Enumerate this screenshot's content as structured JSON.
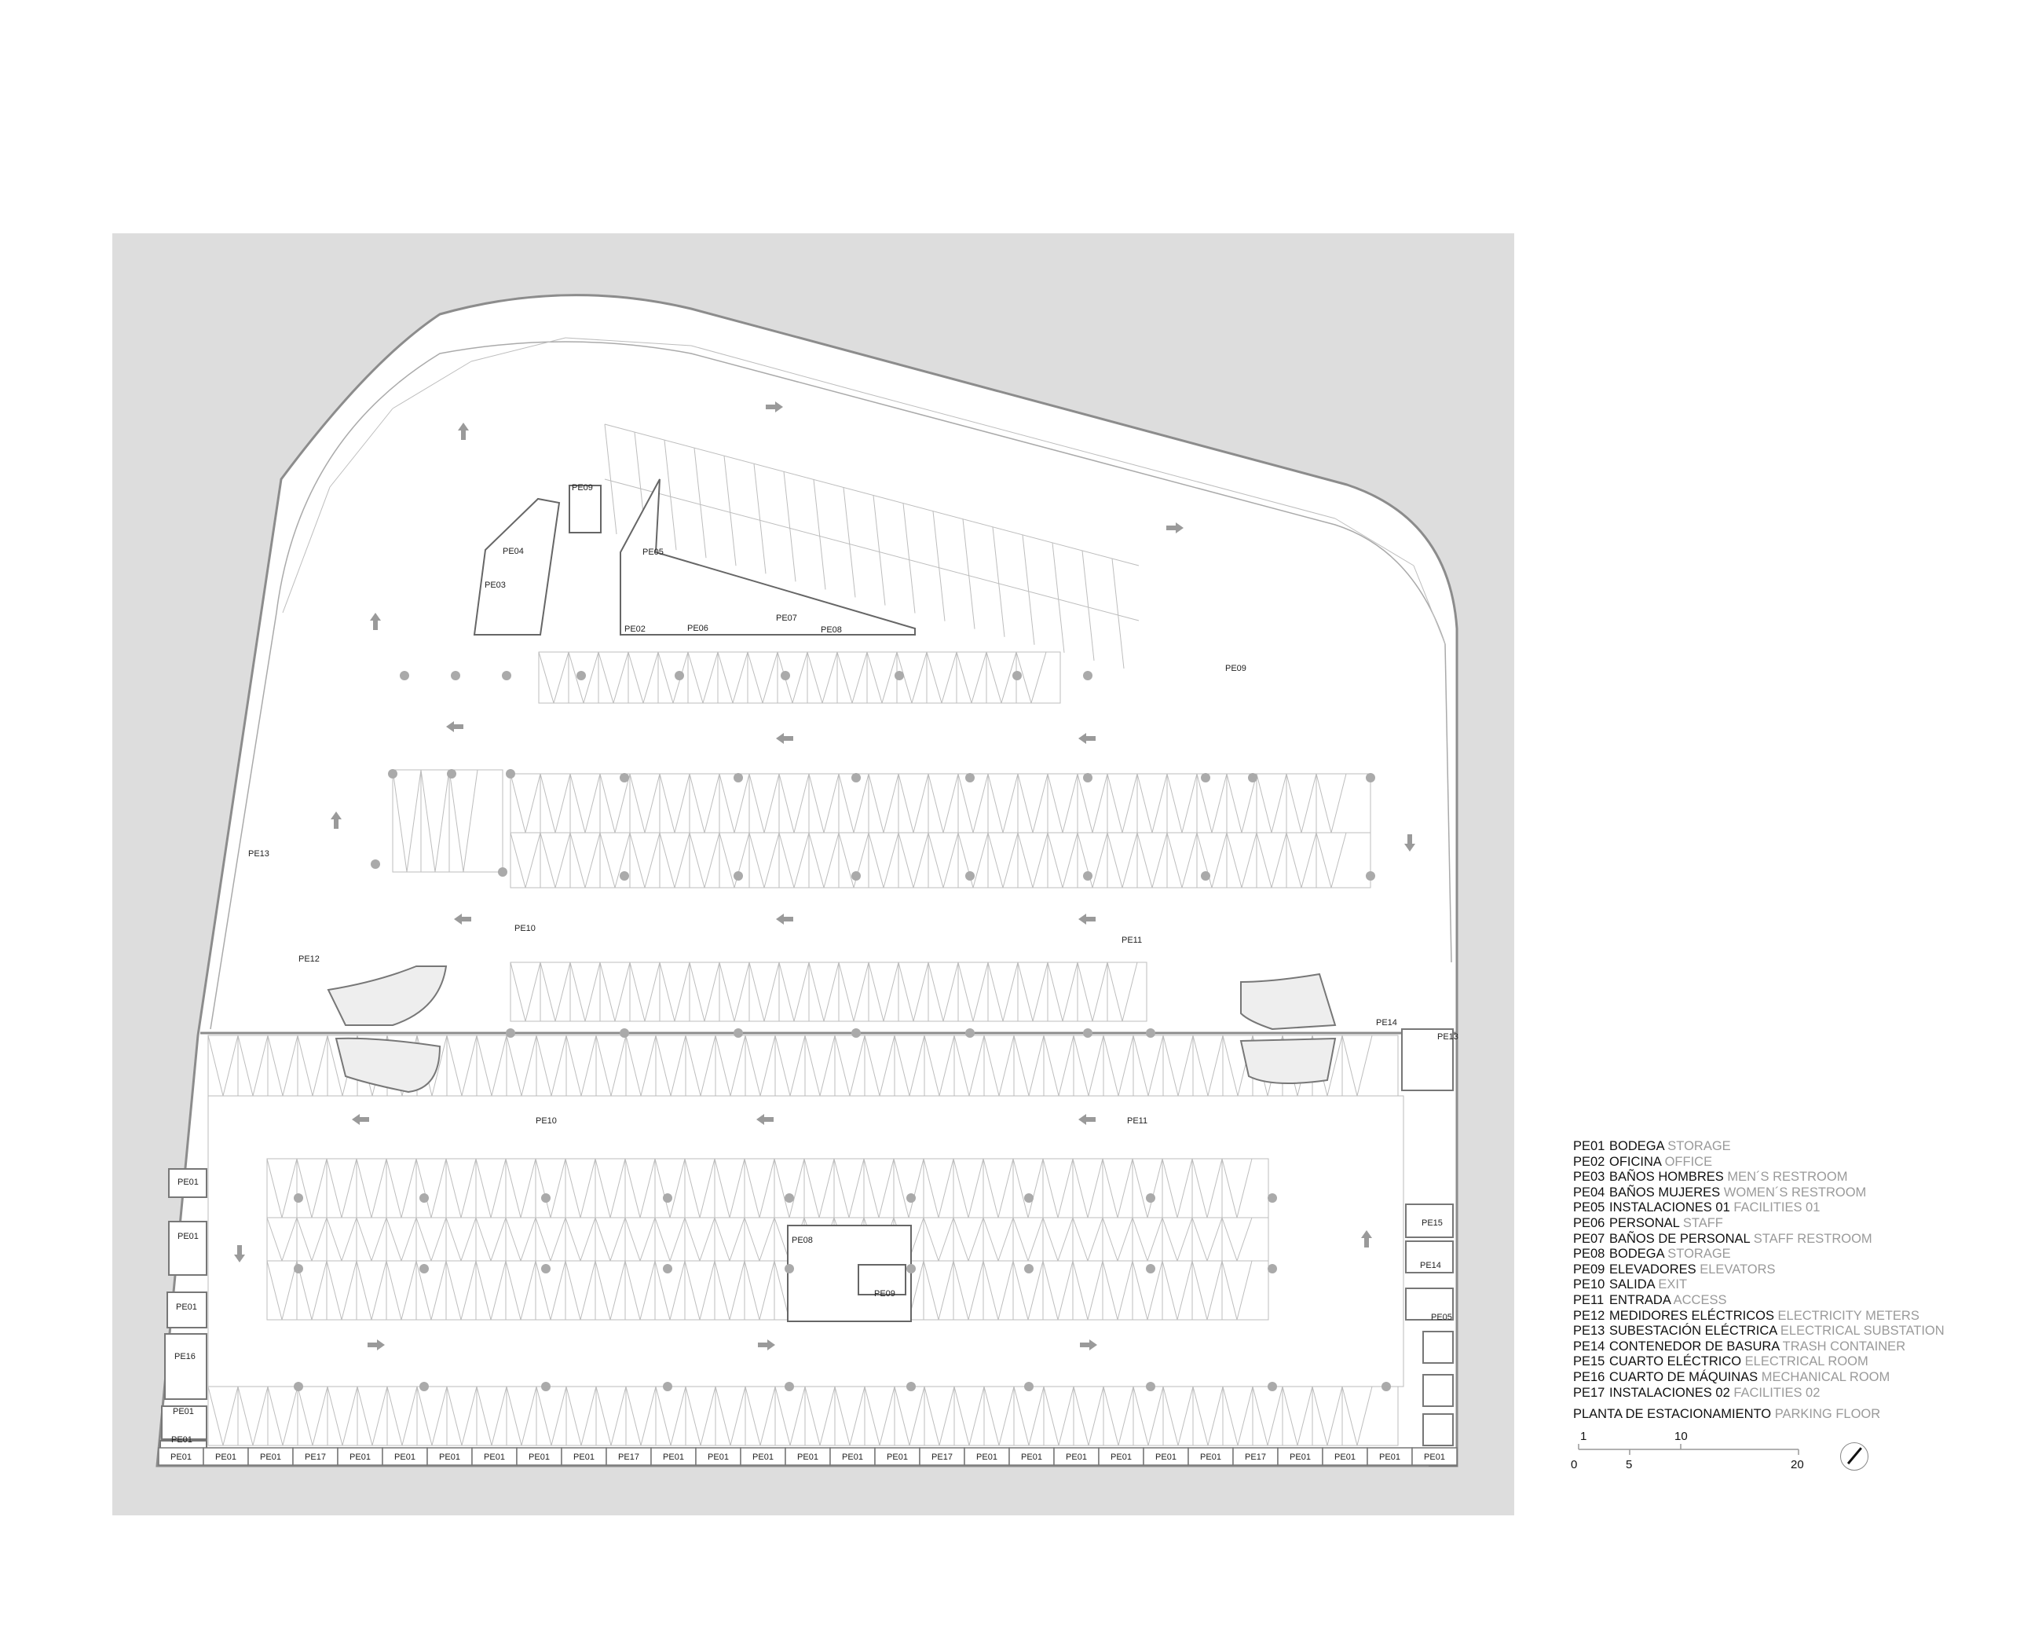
{
  "legend": {
    "items": [
      {
        "code": "PE01",
        "es": "BODEGA",
        "en": "STORAGE"
      },
      {
        "code": "PE02",
        "es": "OFICINA",
        "en": "OFFICE"
      },
      {
        "code": "PE03",
        "es": "BAÑOS HOMBRES",
        "en": "MEN´S RESTROOM"
      },
      {
        "code": "PE04",
        "es": "BAÑOS MUJERES",
        "en": "WOMEN´S RESTROOM"
      },
      {
        "code": "PE05",
        "es": "INSTALACIONES 01",
        "en": "FACILITIES 01"
      },
      {
        "code": "PE06",
        "es": "PERSONAL",
        "en": "STAFF"
      },
      {
        "code": "PE07",
        "es": "BAÑOS DE PERSONAL",
        "en": "STAFF RESTROOM"
      },
      {
        "code": "PE08",
        "es": "BODEGA",
        "en": "STORAGE"
      },
      {
        "code": "PE09",
        "es": "ELEVADORES",
        "en": "ELEVATORS"
      },
      {
        "code": "PE10",
        "es": "SALIDA",
        "en": "EXIT"
      },
      {
        "code": "PE11",
        "es": "ENTRADA",
        "en": "ACCESS"
      },
      {
        "code": "PE12",
        "es": "MEDIDORES ELÉCTRICOS",
        "en": "ELECTRICITY METERS"
      },
      {
        "code": "PE13",
        "es": "SUBESTACIÓN ELÉCTRICA",
        "en": "ELECTRICAL SUBSTATION"
      },
      {
        "code": "PE14",
        "es": "CONTENEDOR DE BASURA",
        "en": "TRASH CONTAINER"
      },
      {
        "code": "PE15",
        "es": "CUARTO ELÉCTRICO",
        "en": "ELECTRICAL ROOM"
      },
      {
        "code": "PE16",
        "es": "CUARTO DE MÁQUINAS",
        "en": "MECHANICAL ROOM"
      },
      {
        "code": "PE17",
        "es": "INSTALACIONES 02",
        "en": "FACILITIES 02"
      }
    ],
    "plan_title_es": "PLANTA DE ESTACIONAMIENTO",
    "plan_title_en": "PARKING FLOOR"
  },
  "scale_bar": {
    "labels": [
      "1",
      "10",
      "0",
      "5",
      "20"
    ]
  },
  "plan_labels": {
    "pe09_a": "PE09",
    "pe04": "PE04",
    "pe03": "PE03",
    "pe05": "PE05",
    "pe02": "PE02",
    "pe06": "PE06",
    "pe07": "PE07",
    "pe08_a": "PE08",
    "pe09_b": "PE09",
    "pe13_a": "PE13",
    "pe12": "PE12",
    "pe10_a": "PE10",
    "pe11_a": "PE11",
    "pe14_a": "PE14",
    "pe13_b": "PE13",
    "pe10_b": "PE10",
    "pe11_b": "PE11",
    "pe08_b": "PE08",
    "pe09_c": "PE09",
    "pe15": "PE15",
    "pe14_b": "PE14",
    "pe05_b": "PE05",
    "pe16": "PE16",
    "pe01": "PE01",
    "pe17": "PE17"
  },
  "bottom_storage_row": [
    "PE01",
    "PE01",
    "PE01",
    "PE17",
    "PE01",
    "PE01",
    "PE01",
    "PE01",
    "PE01",
    "PE01",
    "PE17",
    "PE01",
    "PE01",
    "PE01",
    "PE01",
    "PE01",
    "PE01",
    "PE17",
    "PE01",
    "PE01",
    "PE01",
    "PE01",
    "PE01",
    "PE01",
    "PE17",
    "PE01",
    "PE01",
    "PE01",
    "PE01"
  ],
  "colors": {
    "background_panel": "#dddddd",
    "plan_fill": "#ffffff",
    "line": "#8c8c8c",
    "arrow": "#9a9a9a",
    "english_text": "#9a9a9a"
  }
}
